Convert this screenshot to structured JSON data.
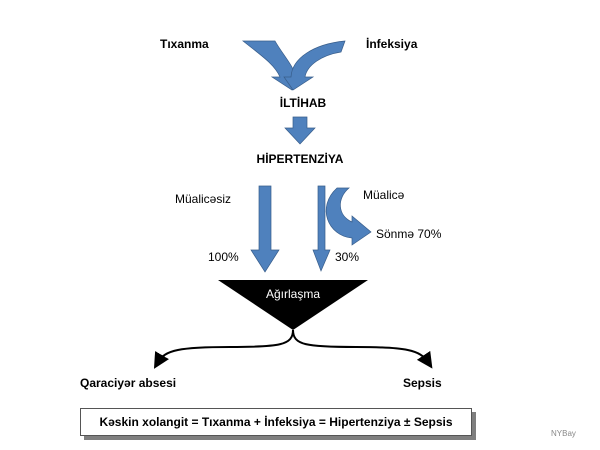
{
  "nodes": {
    "obstruction": "Tıxanma",
    "infection": "İnfeksiya",
    "inflammation": "İLTİHAB",
    "hypertension": "HİPERTENZİYA",
    "untreated": "Müalicəsiz",
    "treated": "Müalicə",
    "untreated_pct": "100%",
    "treated_pct": "30%",
    "resolution": "Sönmə 70%",
    "complication": "Ağırlaşma",
    "liver_abscess": "Qaraciyər absesi",
    "sepsis": "Sepsis"
  },
  "formula": "Kəskin xolangit = Tıxanma + İnfeksiya  = Hipertenziya ± Sepsis",
  "watermark": "NYBay",
  "colors": {
    "arrow_fill": "#4F81BD",
    "arrow_stroke": "#385D8A",
    "funnel": "#000000"
  }
}
